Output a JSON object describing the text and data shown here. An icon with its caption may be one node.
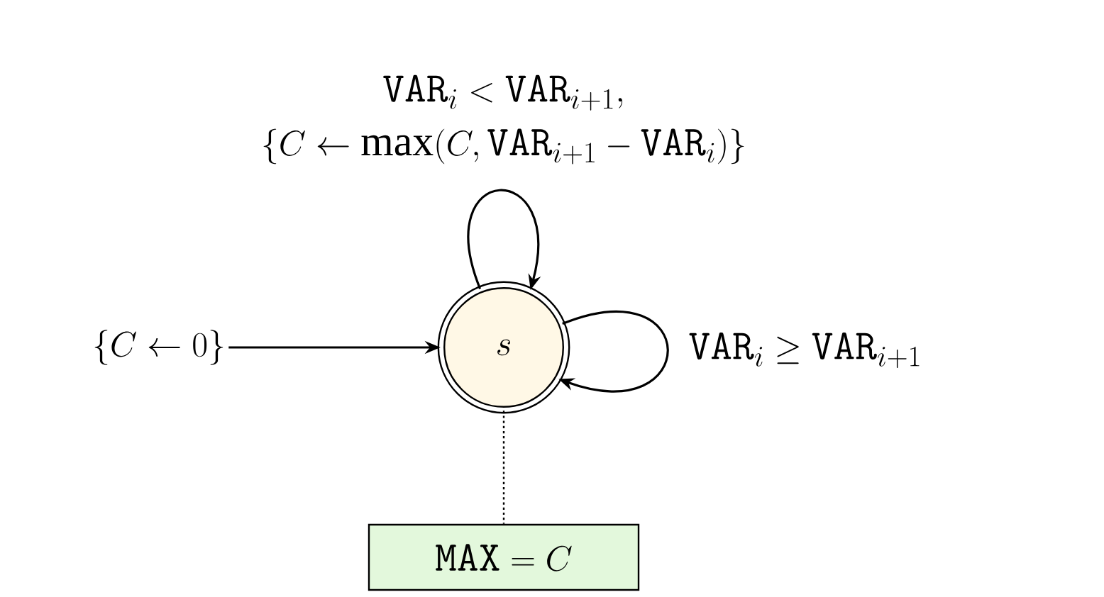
{
  "diagram": {
    "nodes": [
      {
        "text": [
          "s"
        ]
      },
      {
        "text": [
          "\\{C \\leftarrow 0\\}"
        ]
      },
      {
        "text": [
          "\\mathtt{MAX} = C"
        ]
      }
    ],
    "edges": [
      {
        "from": 0,
        "to": 0,
        "arrow": "to",
        "label": "\\begin{array}{c}\\mathtt{VAR}_i < \\mathtt{VAR}_{i+1},\\\\ \\{C \\leftarrow \\max(C, \\mathtt{VAR}_{i+1} - \\mathtt{VAR}_i)\\}\\end{array}"
      },
      {
        "from": 0,
        "to": 0,
        "arrow": "to",
        "label": "\\mathtt{VAR}_i \\geq \\mathtt{VAR}_{i+1}"
      },
      {
        "from": 1,
        "to": 0,
        "arrow": "to"
      },
      {
        "from": 0,
        "to": 2,
        "arrow": "none",
        "style": "dashed"
      }
    ]
  }
}
